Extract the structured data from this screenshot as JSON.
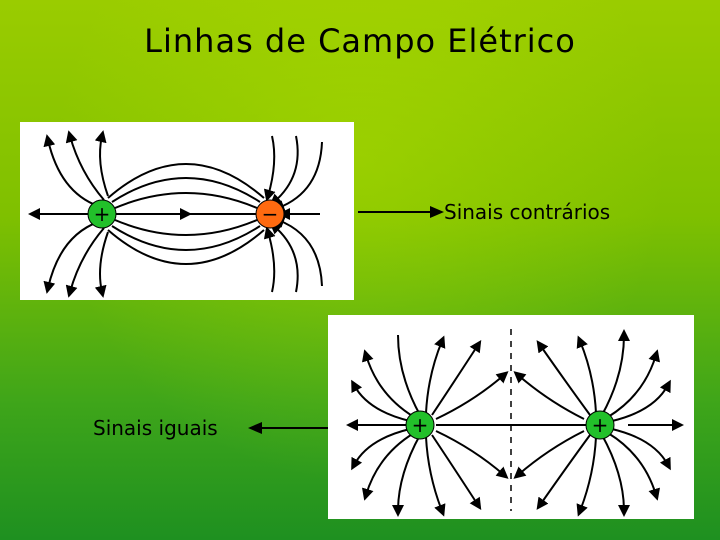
{
  "slide": {
    "title": "Linhas de Campo Elétrico"
  },
  "diagram_opposite": {
    "positive_sign": "+",
    "negative_sign": "−",
    "caption": "Sinais contrários"
  },
  "diagram_equal": {
    "left_sign": "+",
    "right_sign": "+",
    "caption": "Sinais iguais"
  },
  "colors": {
    "positive_charge": "#22c02a",
    "negative_charge": "#ff6a10",
    "background_top": "#9acc00",
    "background_bottom": "#1e9020"
  }
}
